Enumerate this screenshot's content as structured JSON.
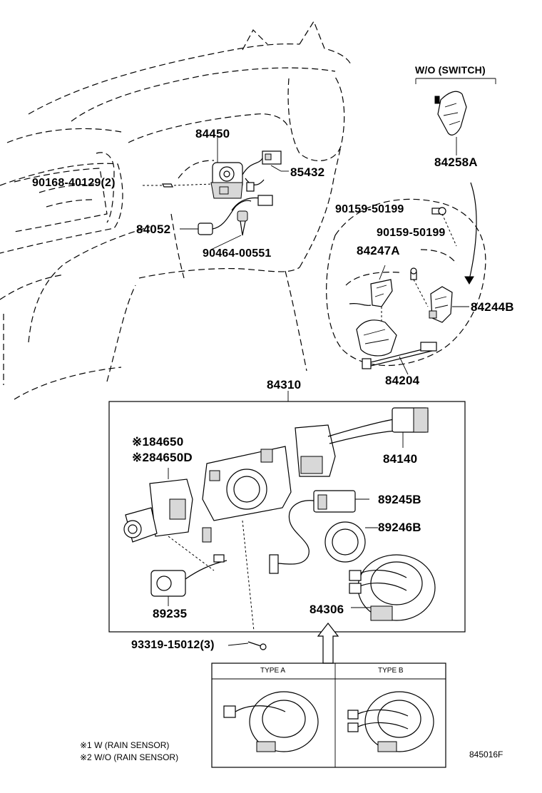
{
  "labels": {
    "wo_switch": "W/O (SWITCH)",
    "p84450": "84450",
    "p85432": "85432",
    "p9016840129": "90168-40129(2)",
    "p84052": "84052",
    "p9046400551": "90464-00551",
    "p84258A": "84258A",
    "p9015950199a": "90159-50199",
    "p9015950199b": "90159-50199",
    "p84247A": "84247A",
    "p84244B": "84244B",
    "p84204": "84204",
    "p84310": "84310",
    "p84650": "※184650",
    "p84650D": "※284650D",
    "p84140": "84140",
    "p89245B": "89245B",
    "p89246B": "89246B",
    "p89235": "89235",
    "p84306": "84306",
    "p9331915012": "93319-15012(3)"
  },
  "types": {
    "type_a": "TYPE A",
    "type_b": "TYPE B"
  },
  "notes": {
    "note1": "※1 W (RAIN SENSOR)",
    "note2": "※2 W/O (RAIN SENSOR)"
  },
  "figure_code": "845016F"
}
